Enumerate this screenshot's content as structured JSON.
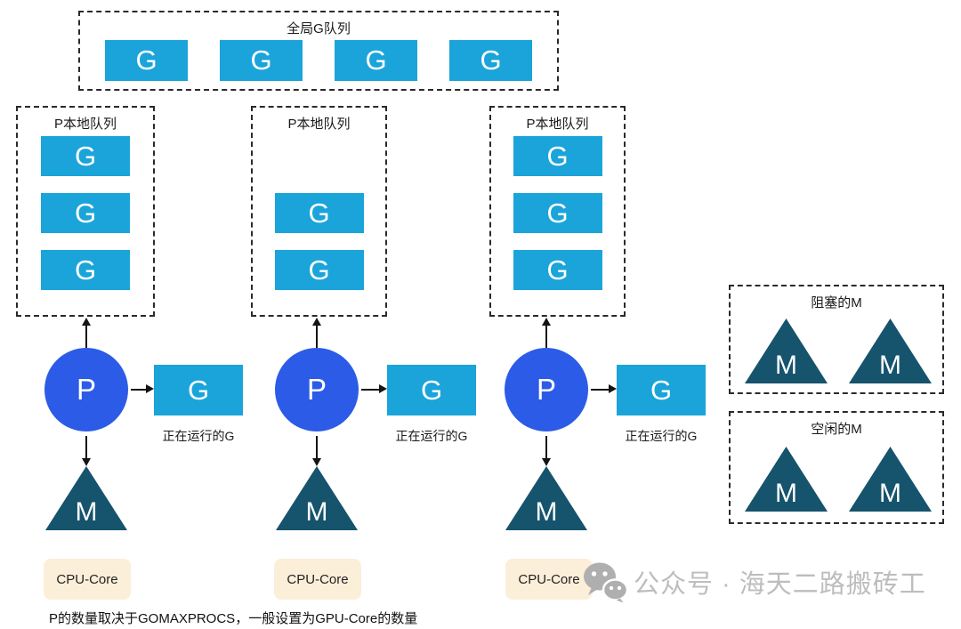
{
  "global_queue": {
    "title": "全局G队列",
    "items": [
      "G",
      "G",
      "G",
      "G"
    ]
  },
  "local_queues": [
    {
      "title": "P本地队列",
      "items": [
        "G",
        "G",
        "G"
      ]
    },
    {
      "title": "P本地队列",
      "items": [
        "G",
        "G"
      ]
    },
    {
      "title": "P本地队列",
      "items": [
        "G",
        "G",
        "G"
      ]
    }
  ],
  "processors": [
    {
      "p_label": "P",
      "running_g": "G",
      "running_caption": "正在运行的G",
      "m_label": "M",
      "cpu_label": "CPU-Core"
    },
    {
      "p_label": "P",
      "running_g": "G",
      "running_caption": "正在运行的G",
      "m_label": "M",
      "cpu_label": "CPU-Core"
    },
    {
      "p_label": "P",
      "running_g": "G",
      "running_caption": "正在运行的G",
      "m_label": "M",
      "cpu_label": "CPU-Core"
    }
  ],
  "blocked_group": {
    "title": "阻塞的M",
    "items": [
      "M",
      "M"
    ]
  },
  "idle_group": {
    "title": "空闲的M",
    "items": [
      "M",
      "M"
    ]
  },
  "footnote": "P的数量取决于GOMAXPROCS，一般设置为GPU-Core的数量",
  "watermark": {
    "text": "公众号 · 海天二路搬砖工"
  },
  "colors": {
    "g_box": "#1AA4DA",
    "p_circle": "#2C5BE7",
    "m_triangle": "#16536D",
    "cpu_bg": "#FCEFD9",
    "watermark_gray": "#BDBDBD"
  }
}
